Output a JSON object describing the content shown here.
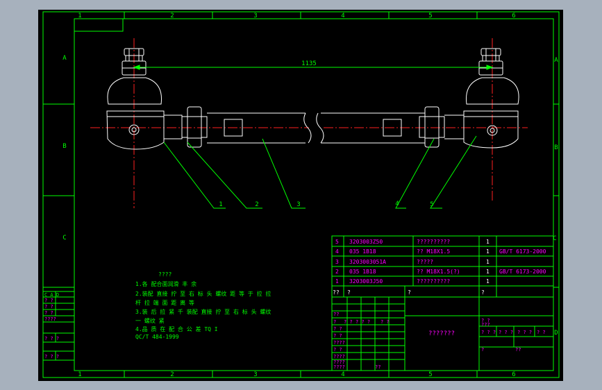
{
  "colors": {
    "background": "#000000",
    "frame": "#00ff00",
    "part": "#ffffff",
    "centerline": "#ff2020",
    "dimension": "#00ff00",
    "notes": "#00ff00",
    "bom_text": "#ff00ff",
    "viewport": "#a7b1bd"
  },
  "grid": {
    "columns": [
      "1",
      "2",
      "3",
      "4",
      "5",
      "6"
    ],
    "rows": [
      "A",
      "B",
      "C",
      "D"
    ]
  },
  "dimension": {
    "length": "1135"
  },
  "balloons": [
    "1",
    "2",
    "3",
    "4",
    "5"
  ],
  "notes": {
    "title": "????",
    "lines": [
      "1.各 配合面润滑 丰 余",
      "2.装配 直接 拧 至 右 标 头 螺纹 距 等 于 拉 拉",
      "杆 拉 端 面 距 离 等",
      "3.装 后 拉 紧 千 装配 直接 拧 至 右 标 头 螺纹",
      "一 螺纹 紧",
      "4.品 质 在 配 合 公 差 TQ I",
      "QC/T 484-1999"
    ]
  },
  "bom": [
    {
      "no": "5",
      "code": "3203003Z50",
      "name": "??????????",
      "qty": "1",
      "std": ""
    },
    {
      "no": "4",
      "code": "035 1B18",
      "name": "?? M18X1.5",
      "qty": "1",
      "std": "GB/T 6173-2000"
    },
    {
      "no": "3",
      "code": "3203003051A",
      "name": "?????",
      "qty": "1",
      "std": ""
    },
    {
      "no": "2",
      "code": "035 1B18",
      "name": "?? M18X1.5(?)",
      "qty": "1",
      "std": "GB/T 6173-2000"
    },
    {
      "no": "1",
      "code": "3203003J50",
      "name": "??????????",
      "qty": "1",
      "std": ""
    }
  ],
  "bom_header": [
    "??",
    "?",
    "?",
    "?"
  ],
  "title_block": {
    "drawing_name": "???????",
    "scale_label": "? ?",
    "scale_sub": "???",
    "ratio_cells": [
      "? ? ?",
      "? ? ?",
      "? ? ?",
      "? ?"
    ],
    "sheet": [
      "?",
      "??"
    ],
    "left_rows": [
      "??",
      "? ?",
      "? ?",
      "????",
      "? ?",
      "????",
      "????",
      "????",
      "??"
    ],
    "header_marks": [
      "?",
      "? ?",
      "? ? ?",
      "? ?"
    ]
  },
  "side_table": {
    "header": "C A D",
    "rows": [
      "? ?",
      "? ?",
      "? ?",
      "????"
    ],
    "bottom": [
      "? ? ?",
      "? ? ?"
    ]
  }
}
